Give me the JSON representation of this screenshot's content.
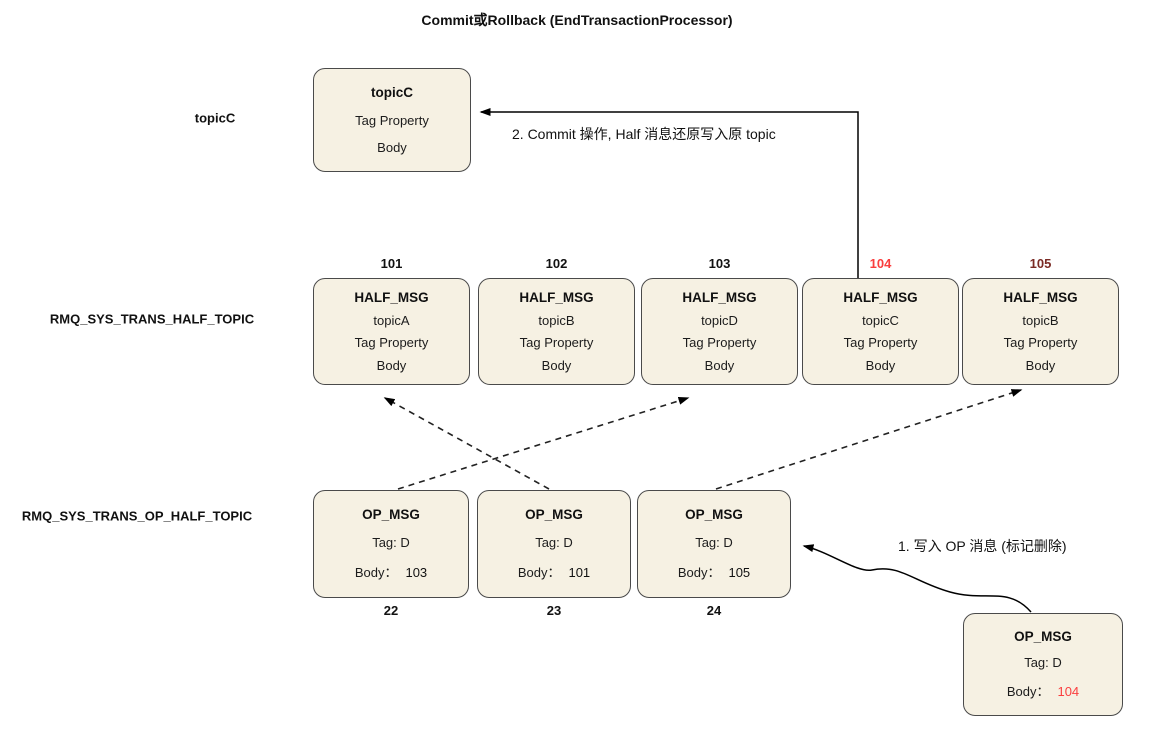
{
  "title": "Commit或Rollback (EndTransactionProcessor)",
  "colors": {
    "box_fill": "#f6f1e3",
    "box_border": "#4a4a4a",
    "text": "#111111",
    "red": "#fa3e3e",
    "maroon": "#7a2a24"
  },
  "side_labels": {
    "topic_c": "topicC",
    "half_topic": "RMQ_SYS_TRANS_HALF_TOPIC",
    "op_half_topic": "RMQ_SYS_TRANS_OP_HALF_TOPIC"
  },
  "topic_c_box": {
    "title": "topicC",
    "line1": "Tag Property",
    "line2": "Body"
  },
  "annotations": {
    "commit": "2. Commit 操作, Half 消息还原写入原 topic",
    "write_op": "1. 写入 OP 消息 (标记删除)"
  },
  "half": {
    "boxes": [
      {
        "num": "101",
        "num_color": "#111111",
        "title": "HALF_MSG",
        "topic": "topicA",
        "line1": "Tag Property",
        "line2": "Body"
      },
      {
        "num": "102",
        "num_color": "#111111",
        "title": "HALF_MSG",
        "topic": "topicB",
        "line1": "Tag Property",
        "line2": "Body"
      },
      {
        "num": "103",
        "num_color": "#111111",
        "title": "HALF_MSG",
        "topic": "topicD",
        "line1": "Tag Property",
        "line2": "Body"
      },
      {
        "num": "104",
        "num_color": "#fa3e3e",
        "title": "HALF_MSG",
        "topic": "topicC",
        "line1": "Tag Property",
        "line2": "Body"
      },
      {
        "num": "105",
        "num_color": "#7a2a24",
        "title": "HALF_MSG",
        "topic": "topicB",
        "line1": "Tag Property",
        "line2": "Body"
      }
    ]
  },
  "op": {
    "boxes": [
      {
        "num": "22",
        "title": "OP_MSG",
        "tag": "Tag: D",
        "body_label": "Body：",
        "body_value": "103",
        "body_color": "#111111"
      },
      {
        "num": "23",
        "title": "OP_MSG",
        "tag": "Tag: D",
        "body_label": "Body：",
        "body_value": "101",
        "body_color": "#111111"
      },
      {
        "num": "24",
        "title": "OP_MSG",
        "tag": "Tag: D",
        "body_label": "Body：",
        "body_value": "105",
        "body_color": "#111111"
      }
    ]
  },
  "extra_op_box": {
    "title": "OP_MSG",
    "tag": "Tag: D",
    "body_label": "Body：",
    "body_value": "104",
    "body_color": "#fa3e3e"
  }
}
